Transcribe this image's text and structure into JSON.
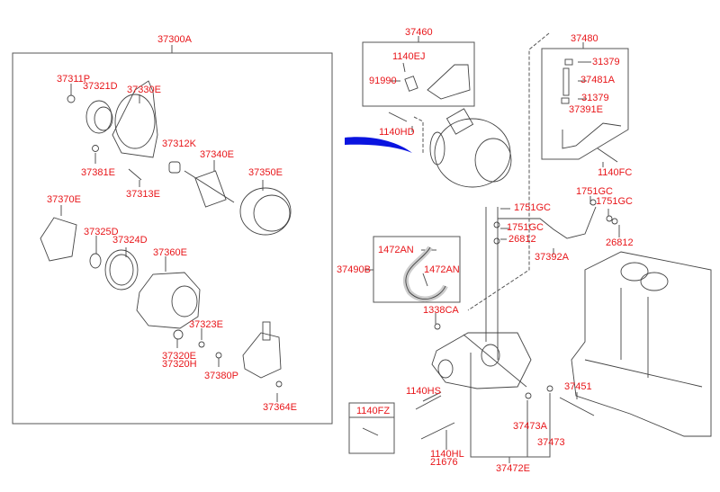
{
  "diagram": {
    "title": "Alternator parts exploded view",
    "label_color": "#e8161a",
    "line_color": "#555555",
    "arrow_color": "#0a14e0",
    "groups": {
      "alternator_assy": "37300A",
      "bracket_assy": "37460",
      "oil_tube_assy": "37480",
      "hose_assy": "37490B",
      "bracket_mount": "37472E",
      "bolt_box": "1140FZ"
    },
    "labels": {
      "p37300A": "37300A",
      "p37311P": "37311P",
      "p37321D": "37321D",
      "p37330E": "37330E",
      "p37381E": "37381E",
      "p37313E": "37313E",
      "p37312K": "37312K",
      "p37340E": "37340E",
      "p37350E": "37350E",
      "p37370E": "37370E",
      "p37325D": "37325D",
      "p37324D": "37324D",
      "p37360E": "37360E",
      "p37323E": "37323E",
      "p37320E": "37320E",
      "p37320H": "37320H",
      "p37380P": "37380P",
      "p37364E": "37364E",
      "p37460": "37460",
      "p1140EJ": "1140EJ",
      "p91990": "91990",
      "p1140HD": "1140HD",
      "p37480": "37480",
      "p31379a": "31379",
      "p37481A": "37481A",
      "p31379b": "31379",
      "p37391E": "37391E",
      "p1140FC": "1140FC",
      "p1751GC_top1": "1751GC",
      "p1751GC_top2": "1751GC",
      "p1751GC_a": "1751GC",
      "p1751GC_b": "1751GC",
      "p26812a": "26812",
      "p26812b": "26812",
      "p37392A": "37392A",
      "p1472AN_a": "1472AN",
      "p1472AN_b": "1472AN",
      "p37490B": "37490B",
      "p1338CA": "1338CA",
      "p1140HS": "1140HS",
      "p1140FZ": "1140FZ",
      "p1140HL": "1140HL",
      "p21676": "21676",
      "p37473A": "37473A",
      "p37473": "37473",
      "p37472E": "37472E",
      "p37451": "37451"
    }
  }
}
